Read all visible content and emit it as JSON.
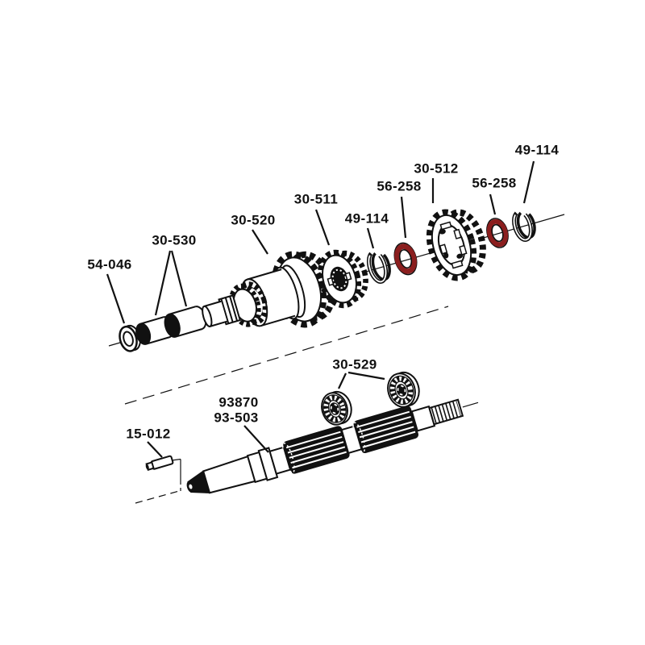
{
  "figure": {
    "kind": "exploded-parts-diagram"
  },
  "colors": {
    "background": "#ffffff",
    "line": "#111111",
    "highlight_red": "#8b1e1e"
  },
  "callouts": [
    {
      "text": "49-114"
    },
    {
      "text": "56-258"
    },
    {
      "text": "30-512"
    },
    {
      "text": "56-258"
    },
    {
      "text": "49-114"
    },
    {
      "text": "30-511"
    },
    {
      "text": "30-520"
    },
    {
      "text": "30-530"
    },
    {
      "text": "54-046"
    },
    {
      "text": "30-529"
    },
    {
      "text": "93870"
    },
    {
      "text": "93-503"
    },
    {
      "text": "15-012"
    }
  ]
}
